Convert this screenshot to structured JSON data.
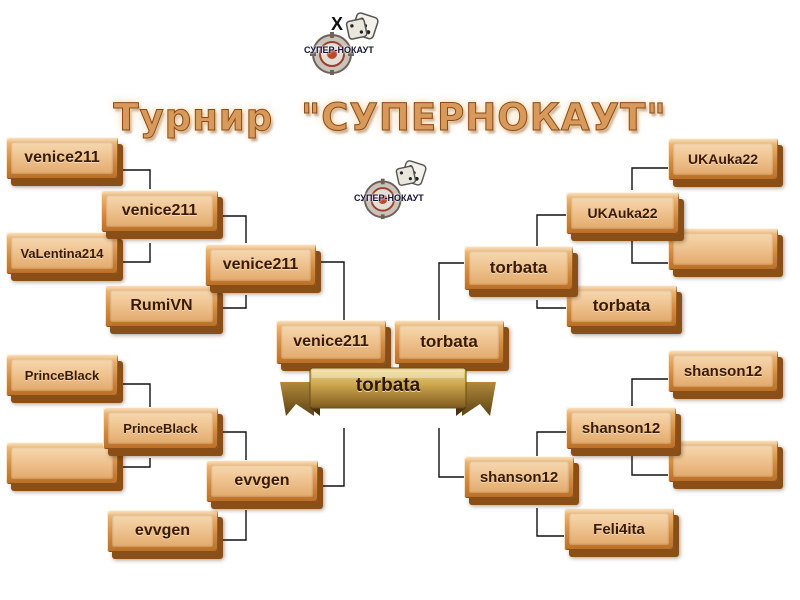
{
  "header": {
    "title": "Турнир  \"СУПЕРНОКАУТ\"",
    "logo_mark": "X",
    "logo_text": "СУПЕР-НОКАУТ",
    "logo_icon": "dice-gear-logo"
  },
  "bracket": {
    "left_top": {
      "r1": [
        "venice211",
        "VaLentina214"
      ],
      "r2": [
        "venice211",
        "RumiVN"
      ],
      "r3": "venice211"
    },
    "left_bottom": {
      "r1": [
        "PrinceBlack",
        ""
      ],
      "r2": [
        "PrinceBlack",
        "evvgen"
      ],
      "r3": "evvgen"
    },
    "right_top": {
      "r1": [
        "UKAuka22",
        ""
      ],
      "r2": [
        "UKAuka22",
        "torbata"
      ],
      "r3": "torbata"
    },
    "right_bottom": {
      "r1": [
        "shanson12",
        ""
      ],
      "r2": [
        "shanson12",
        "Feli4ita"
      ],
      "r3": "shanson12"
    },
    "final": {
      "left": "venice211",
      "right": "torbata",
      "winner": "torbata"
    }
  },
  "colors": {
    "bronze_light": "#f3c58a",
    "bronze_dark": "#b96f26",
    "line": "#111111",
    "ribbon_gold": "#c9a24a"
  }
}
